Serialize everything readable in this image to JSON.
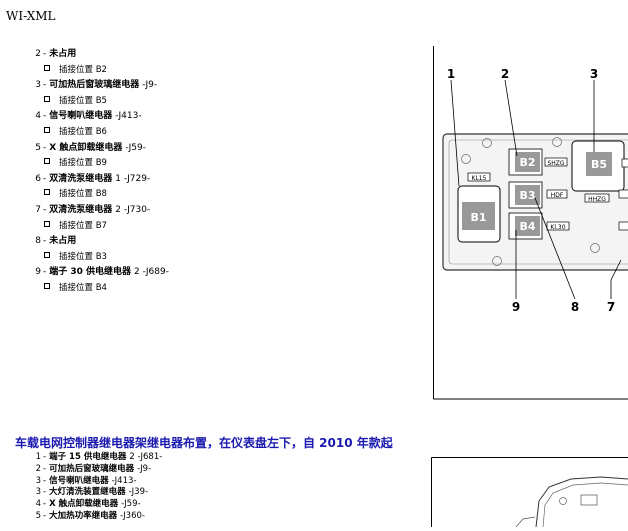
{
  "app_title": "WI-XML",
  "relay_list": [
    {
      "num": "2",
      "name": "未占用",
      "code": "",
      "sub": "插接位置 B2"
    },
    {
      "num": "3",
      "name": "可加热后窗玻璃继电器",
      "code": "-J9-",
      "sub": "插接位置 B5"
    },
    {
      "num": "4",
      "name": "信号喇叭继电器",
      "code": "-J413-",
      "sub": "插接位置 B6"
    },
    {
      "num": "5",
      "name": "X 触点卸载继电器",
      "code": "-J59-",
      "sub": "插接位置 B9"
    },
    {
      "num": "6",
      "name": "双清洗泵继电器",
      "code": "1 -J729-",
      "sub": "插接位置 B8"
    },
    {
      "num": "7",
      "name": "双清洗泵继电器",
      "code": "2 -J730-",
      "sub": "插接位置 B7"
    },
    {
      "num": "8",
      "name": "未占用",
      "code": "",
      "sub": "插接位置 B3"
    },
    {
      "num": "9",
      "name": "端子 30 供电继电器",
      "code": "2 -J689-",
      "sub": "插接位置 B4"
    }
  ],
  "figure1": {
    "callouts": [
      "1",
      "2",
      "3",
      "9",
      "8",
      "7"
    ],
    "slots": [
      "B1",
      "B2",
      "B3",
      "B4",
      "B5"
    ],
    "labels": [
      "KL15",
      "SHZG",
      "HDF",
      "HHZG",
      "Kl.30"
    ]
  },
  "section2": {
    "title": "车载电网控制器继电器架继电器布置，在仪表盘左下，自 2010 年款起",
    "items": [
      {
        "num": "1",
        "name": "端子 15 供电继电器",
        "code": "2 -J681-"
      },
      {
        "num": "2",
        "name": "可加热后窗玻璃继电器",
        "code": "-J9-"
      },
      {
        "num": "3",
        "name": "信号喇叭继电器",
        "code": "-J413-"
      },
      {
        "num": "3",
        "name": "大灯清洗装置继电器",
        "code": "-J39-"
      },
      {
        "num": "4",
        "name": "X 触点卸载继电器",
        "code": "-J59-"
      },
      {
        "num": "5",
        "name": "大加热功率继电器",
        "code": "-J360-"
      }
    ]
  },
  "colors": {
    "slot_fill": "#999999",
    "slot_text": "#ffffff",
    "title_blue": "#1a1ab0"
  }
}
